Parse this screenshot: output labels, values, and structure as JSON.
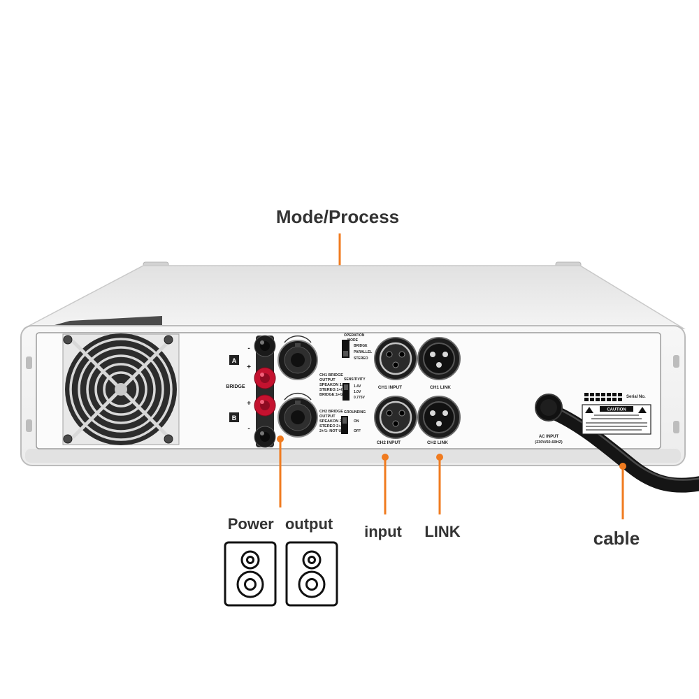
{
  "callouts": {
    "mode_process": "Mode/Process",
    "power_output": "Power output",
    "input": "input",
    "link": "LINK",
    "cable": "cable"
  },
  "panel": {
    "terminal_labels": {
      "a": "A",
      "bridge": "BRIDGE",
      "b": "B"
    },
    "terminal_signs": {
      "a_top": "-",
      "a_bottom": "+",
      "b_top": "+",
      "b_bottom": "-"
    },
    "speakon1_text": [
      "CH1 BRIDGE",
      "OUTPUT",
      "SPEAKON 1:",
      "STEREO:1+/1-",
      "BRIDGE:1+/2+"
    ],
    "speakon2_text": [
      "CH2 BRIDGE",
      "OUTPUT",
      "SPEAKON 2:",
      "STEREO 2+/2-",
      "2+/1- NOT USE"
    ],
    "mode": {
      "title_line1": "OPERATION",
      "title_line2": "MODE",
      "options": [
        "BRIDGE",
        "PARALLEL",
        "STEREO"
      ]
    },
    "sensitivity": {
      "title": "SENSITIVITY",
      "options": [
        "1.4V",
        "1.0V",
        "0.775V"
      ]
    },
    "grounding": {
      "title": "GROUNDING",
      "options": [
        "ON",
        "OFF"
      ]
    },
    "xlr": {
      "ch1_input": "CH1 INPUT",
      "ch1_link": "CH1 LINK",
      "ch2_input": "CH2 INPUT",
      "ch2_link": "CH2 LINK"
    },
    "ac_input": {
      "line1": "AC INPUT",
      "line2": "(230V/50-60HZ)"
    },
    "serial_label": "Serial No.",
    "caution_label": "CAUTION"
  },
  "icons": {
    "output_symbols": [
      "speaker-icon",
      "speaker-icon"
    ]
  },
  "colors": {
    "accent": "#f07b1f",
    "label": "#333333",
    "red_terminal": "#c4122f"
  }
}
